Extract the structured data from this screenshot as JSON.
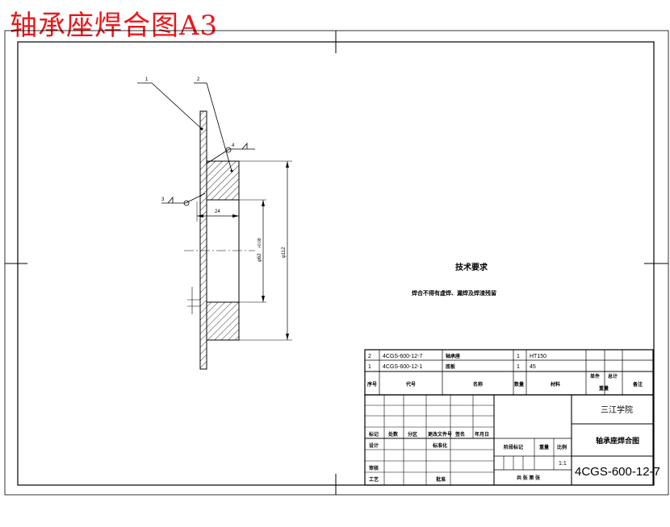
{
  "banner_title": "轴承座焊合图A3",
  "balloons": {
    "b1": "1",
    "b2": "2",
    "b3": "3",
    "b4": "4"
  },
  "dimensions": {
    "width": "24",
    "bore": "φ62",
    "tol": "+0.08",
    "outer": "φ112"
  },
  "tech_req": {
    "heading": "技术要求",
    "note": "焊合不得有虚焊、漏焊及焊渣残留"
  },
  "bom": {
    "rows": [
      {
        "no": "2",
        "code": "4CGS-600-12-7",
        "name": "轴承座",
        "qty": "1",
        "material": "HT150"
      },
      {
        "no": "1",
        "code": "4CGS-600-12-1",
        "name": "底板",
        "qty": "1",
        "material": "45"
      }
    ],
    "header": {
      "no": "序号",
      "code": "代号",
      "name": "名称",
      "qty": "数量",
      "material": "材料",
      "unit_w": "单件",
      "total_w": "总计",
      "weight": "重量",
      "remark": "备注"
    }
  },
  "title_block": {
    "school": "三江学院",
    "drawing_name": "轴承座焊合图",
    "drawing_no": "4CGS-600-12-7",
    "scale": "1:1",
    "labels": {
      "mark": "标记",
      "count": "处数",
      "zone": "分区",
      "change_doc": "更改文件号",
      "sign": "签名",
      "date": "年月日",
      "design": "设计",
      "standard": "标准化",
      "stage_mark": "阶段标记",
      "weight": "重量",
      "scale_lbl": "比例",
      "review": "审核",
      "process": "工艺",
      "approve": "批准",
      "sheet": "共 张 第 张"
    }
  }
}
